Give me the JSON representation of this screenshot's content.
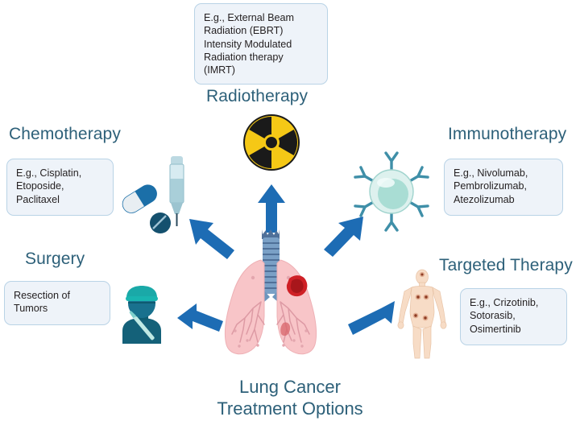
{
  "title": {
    "line1": "Lung Cancer",
    "line2": "Treatment Options"
  },
  "colors": {
    "heading": "#2d6079",
    "arrow": "#1d6cb4",
    "callout_bg": "#eef3f9",
    "callout_border": "#b9d3e6",
    "radiation_yellow": "#f5c816",
    "radiation_black": "#1a1a1a",
    "lung_pink": "#f6c3c6",
    "trachea_blue": "#5b7fb0",
    "tumor_red": "#cf2026",
    "cell_teal": "#aadcd8",
    "surgeon_teal": "#0f7d8c",
    "surgeon_blue": "#16607f",
    "skin": "#f6d9c3"
  },
  "treatments": [
    {
      "id": "radiotherapy",
      "heading": "Radiotherapy",
      "icon": "radiation-trefoil-icon",
      "examples": [
        "E.g., External Beam",
        "Radiation (EBRT)",
        "Intensity Modulated",
        "Radiation therapy",
        "(IMRT)"
      ]
    },
    {
      "id": "chemotherapy",
      "heading": "Chemotherapy",
      "icon": "pills-syringe-icon",
      "examples": [
        "E.g., Cisplatin,",
        "Etoposide,",
        "Paclitaxel"
      ]
    },
    {
      "id": "immunotherapy",
      "heading": "Immunotherapy",
      "icon": "immune-cell-icon",
      "examples": [
        "E.g.,  Nivolumab,",
        "Pembrolizumab,",
        "Atezolizumab"
      ]
    },
    {
      "id": "surgery",
      "heading": "Surgery",
      "icon": "surgeon-scalpel-icon",
      "examples": [
        "Resection of",
        "Tumors"
      ]
    },
    {
      "id": "targeted-therapy",
      "heading": "Targeted Therapy",
      "icon": "human-body-targets-icon",
      "examples": [
        "E.g., Crizotinib,",
        "Sotorasib,",
        "Osimertinib"
      ]
    }
  ],
  "center": {
    "icon": "lungs-with-tumor-icon"
  },
  "arrows": [
    {
      "id": "arrow-to-radiotherapy",
      "direction": "up"
    },
    {
      "id": "arrow-to-chemotherapy",
      "direction": "up-left"
    },
    {
      "id": "arrow-to-immunotherapy",
      "direction": "up-right"
    },
    {
      "id": "arrow-to-surgery",
      "direction": "down-left"
    },
    {
      "id": "arrow-to-targeted-therapy",
      "direction": "up-right-lower"
    }
  ]
}
